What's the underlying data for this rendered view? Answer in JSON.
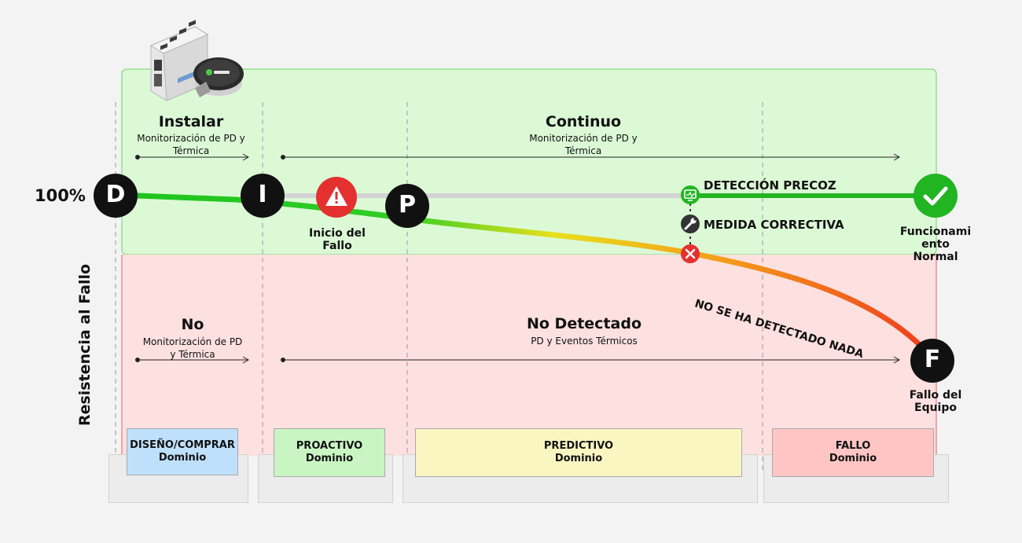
{
  "y_axis_label": "Resistencia al Fallo",
  "percent_label": "100%",
  "stages": {
    "instalar": {
      "title": "Instalar",
      "subtitle_line1": "Monitorización de PD y",
      "subtitle_line2": "Térmica"
    },
    "continuo": {
      "title": "Continuo",
      "subtitle_line1": "Monitorización de PD y",
      "subtitle_line2": "Térmica"
    },
    "no": {
      "title": "No",
      "subtitle_line1": "Monitorización de PD",
      "subtitle_line2": "y Térmica"
    },
    "no_detectado": {
      "title": "No Detectado",
      "subtitle_line1": "PD y Eventos Térmicos"
    }
  },
  "markers": {
    "d": "D",
    "i": "I",
    "p": "P",
    "f": "F"
  },
  "labels": {
    "inicio_fallo_line1": "Inicio del",
    "inicio_fallo_line2": "Fallo",
    "deteccion_precoz": "DETECCIÓN PRECOZ",
    "medida_correctiva": "MEDIDA CORRECTIVA",
    "no_detectado_nada": "NO SE HA DETECTADO NADA",
    "funcionamiento_line1": "Funcionami",
    "funcionamiento_line2": "ento",
    "funcionamiento_line3": "Normal",
    "fallo_equipo_line1": "Fallo del",
    "fallo_equipo_line2": "Equipo"
  },
  "domains": [
    {
      "name": "DISEÑO/COMPRAR",
      "sub": "Dominio",
      "color": "#bfe0fb"
    },
    {
      "name": "PROACTIVO",
      "sub": "Dominio",
      "color": "#c9f5c3"
    },
    {
      "name": "PREDICTIVO",
      "sub": "Dominio",
      "color": "#f9f6c2"
    },
    {
      "name": "FALLO",
      "sub": "Dominio",
      "color": "#ffc5c5"
    }
  ],
  "colors": {
    "green_zone": "#dcf9d6",
    "red_zone": "#fde0e0",
    "green": "#22b522",
    "red": "#e53030",
    "dark": "#111111"
  },
  "icons": {
    "warning": "warning-icon",
    "check": "check-icon",
    "monitor": "monitor-icon",
    "wrench": "wrench-icon",
    "cross": "cross-icon",
    "device": "device-image"
  }
}
